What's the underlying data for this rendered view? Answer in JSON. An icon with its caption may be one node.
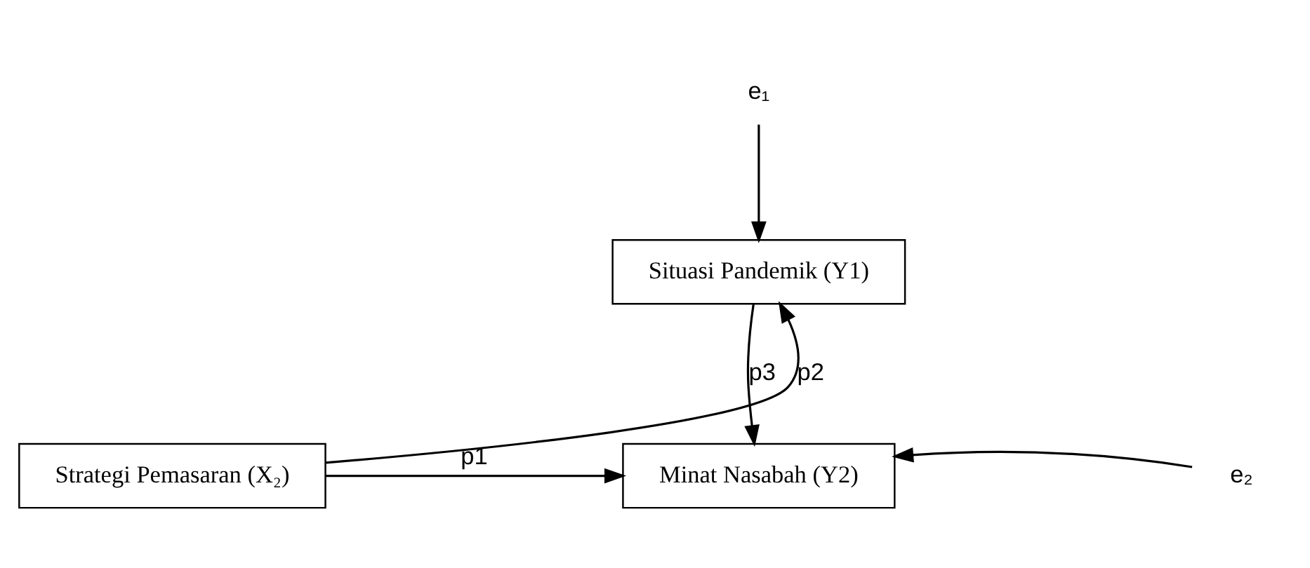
{
  "diagram": {
    "nodes": [
      {
        "text": [
          "e₁"
        ]
      },
      {
        "text": [
          "Situasi Pandemik (Y1)"
        ]
      },
      {
        "text": [
          "Strategi Pemasaran (X₂)"
        ]
      },
      {
        "text": [
          "Minat Nasabah (Y2)"
        ]
      },
      {
        "text": [
          "e₂"
        ]
      }
    ],
    "edges": [
      {
        "from": 0,
        "to": 1,
        "arrow": "to"
      },
      {
        "from": 2,
        "to": 1,
        "arrow": "to",
        "label": "p2"
      },
      {
        "from": 1,
        "to": 3,
        "arrow": "to",
        "label": "p3"
      },
      {
        "from": 2,
        "to": 3,
        "arrow": "to",
        "label": "p1"
      },
      {
        "from": 4,
        "to": 3,
        "arrow": "to"
      }
    ]
  }
}
